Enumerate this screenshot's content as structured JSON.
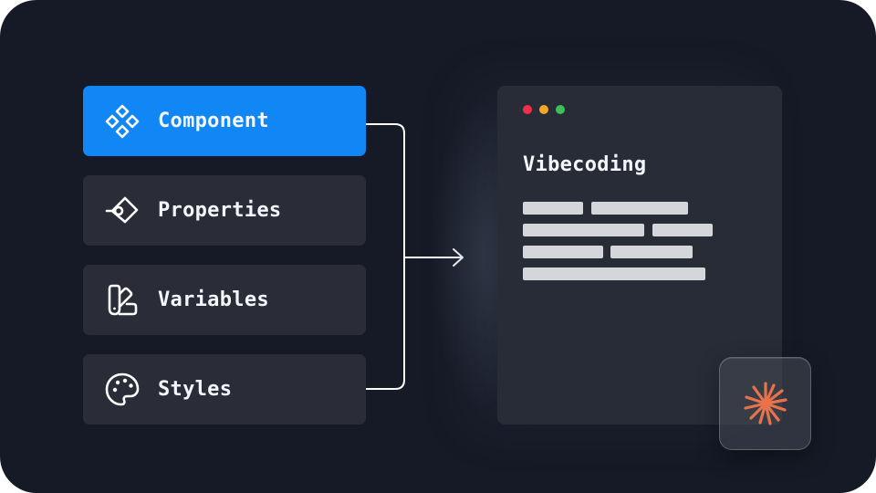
{
  "menu": {
    "items": [
      {
        "label": "Component",
        "icon": "component-icon",
        "active": true
      },
      {
        "label": "Properties",
        "icon": "properties-icon",
        "active": false
      },
      {
        "label": "Variables",
        "icon": "variables-icon",
        "active": false
      },
      {
        "label": "Styles",
        "icon": "palette-icon",
        "active": false
      }
    ]
  },
  "window": {
    "title": "Vibecoding",
    "controls": [
      "close-dot",
      "minimize-dot",
      "maximize-dot"
    ]
  },
  "badge": {
    "icon": "asterisk-burst-icon"
  },
  "colors": {
    "background": "#151a26",
    "active_item": "#1186f5",
    "item": "#2a2d38",
    "window": "#282c37",
    "accent_burst": "#e8734a",
    "dot_red": "#f0304a",
    "dot_yellow": "#f5a623",
    "dot_green": "#3cc15a"
  }
}
